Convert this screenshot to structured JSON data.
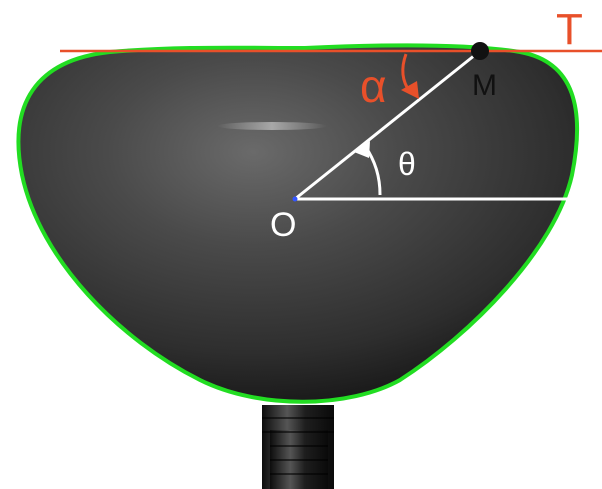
{
  "labels": {
    "tangent": "T",
    "tangent_angle": "α",
    "point": "M",
    "origin": "O",
    "polar_angle": "θ"
  },
  "colors": {
    "background": "#ffffff",
    "contour": "#22dd22",
    "tangent_line": "#e8502a",
    "angle_alpha": "#e8502a",
    "geometry_lines": "#ffffff",
    "point_marker": "#111111",
    "label_light": "#ffffff",
    "label_dark": "#111111",
    "drop_body": "#3a3a3a",
    "nozzle": "#2a2a2a"
  }
}
